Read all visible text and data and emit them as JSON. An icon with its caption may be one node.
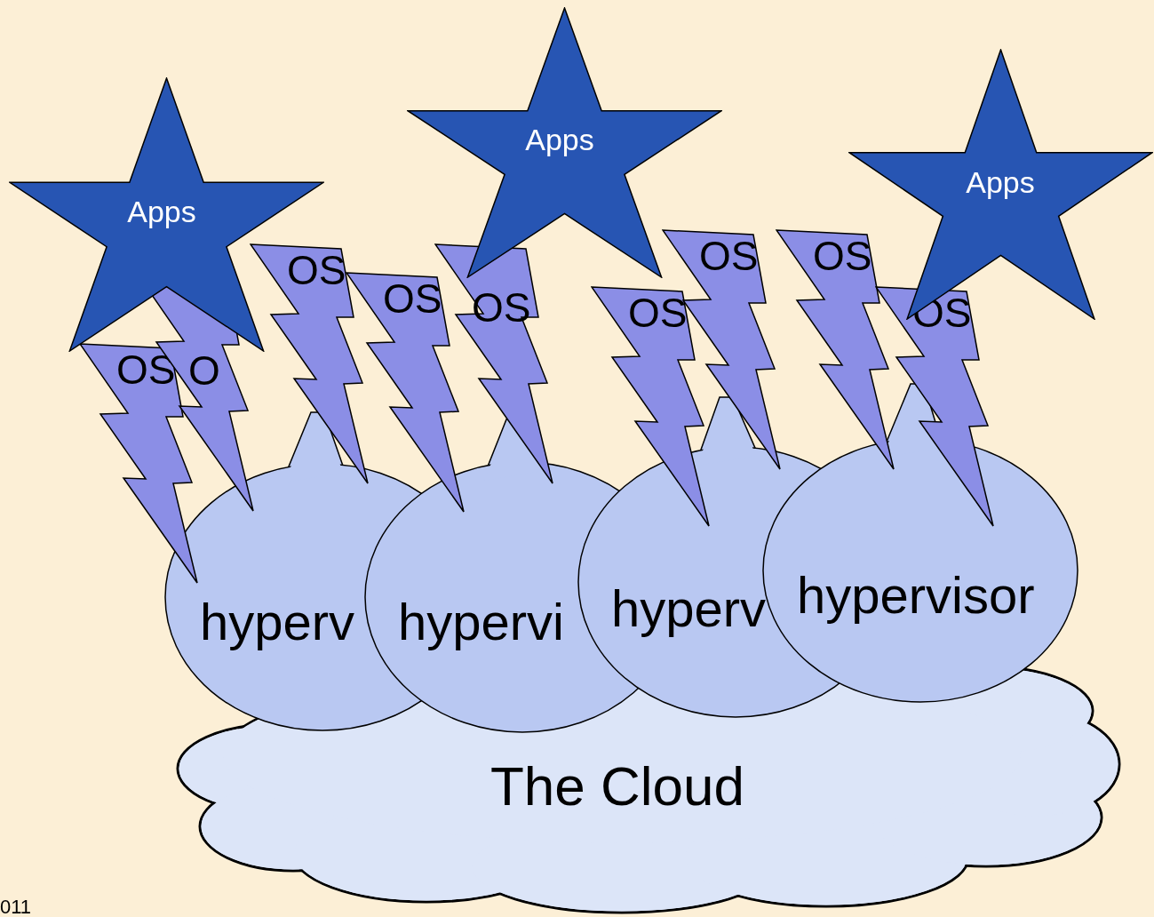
{
  "diagram": {
    "nodes": [
      {
        "text": [
          "Apps"
        ]
      },
      {
        "text": [
          "Apps"
        ]
      },
      {
        "text": [
          "Apps"
        ]
      },
      {
        "text": [
          "OS"
        ]
      },
      {
        "text": [
          "O"
        ]
      },
      {
        "text": [
          "OS"
        ]
      },
      {
        "text": [
          "OS"
        ]
      },
      {
        "text": [
          "OS"
        ]
      },
      {
        "text": [
          "OS"
        ]
      },
      {
        "text": [
          "OS"
        ]
      },
      {
        "text": [
          "OS"
        ]
      },
      {
        "text": [
          "OS"
        ]
      },
      {
        "text": [
          "hyperv"
        ]
      },
      {
        "text": [
          "hypervi"
        ]
      },
      {
        "text": [
          "hyperv"
        ]
      },
      {
        "text": [
          "hypervisor"
        ]
      },
      {
        "text": [
          "The Cloud"
        ]
      }
    ],
    "labels": [
      "011"
    ]
  }
}
